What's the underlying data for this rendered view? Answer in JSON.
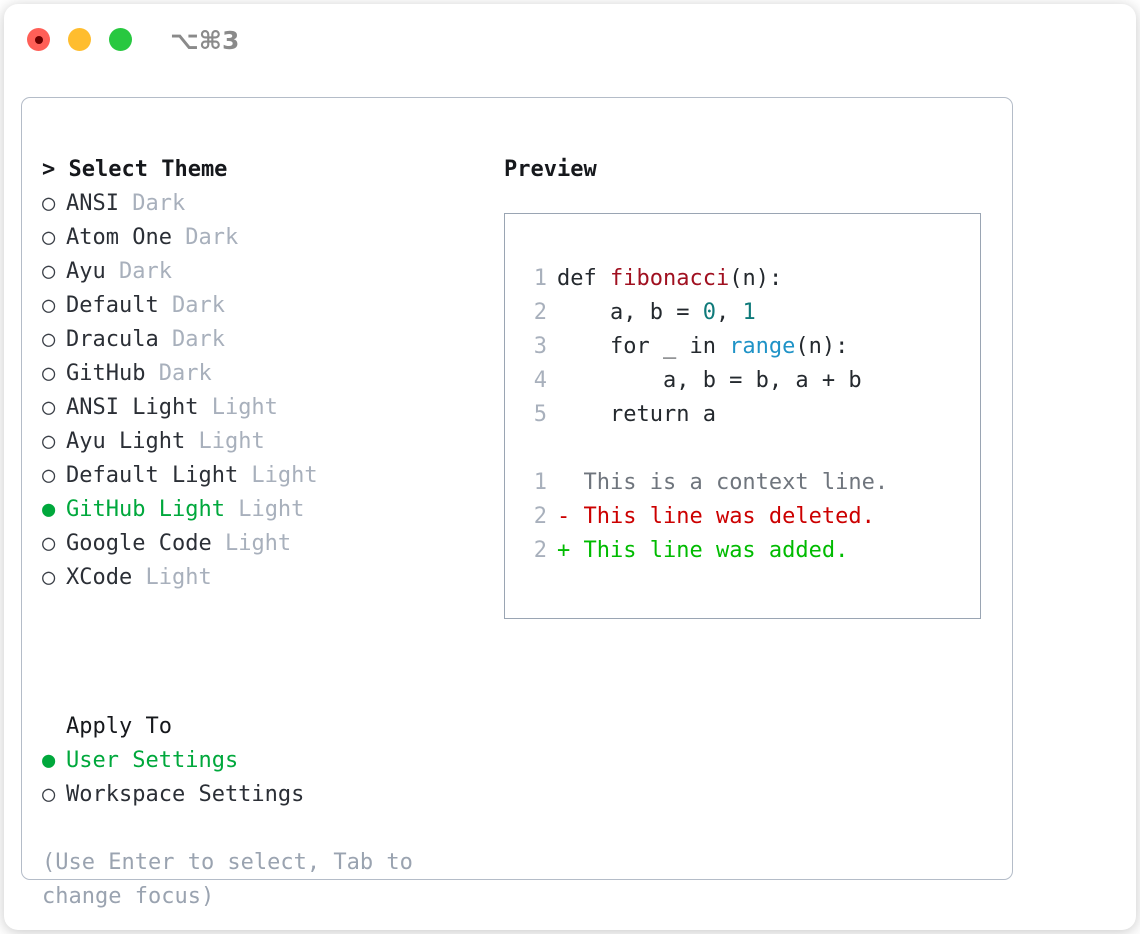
{
  "window": {
    "shortcut": "⌥⌘3",
    "traffic_lights": [
      {
        "name": "close",
        "color": "#ff5f57"
      },
      {
        "name": "minimize",
        "color": "#ffbd2e"
      },
      {
        "name": "zoom",
        "color": "#28c840"
      }
    ]
  },
  "theme_picker": {
    "header": "> Select Theme",
    "selected_marker": "●",
    "unselected_marker": "○",
    "items": [
      {
        "name": "ANSI",
        "variant": "Dark",
        "selected": false
      },
      {
        "name": "Atom One",
        "variant": "Dark",
        "selected": false
      },
      {
        "name": "Ayu",
        "variant": "Dark",
        "selected": false
      },
      {
        "name": "Default",
        "variant": "Dark",
        "selected": false
      },
      {
        "name": "Dracula",
        "variant": "Dark",
        "selected": false
      },
      {
        "name": "GitHub",
        "variant": "Dark",
        "selected": false
      },
      {
        "name": "ANSI Light",
        "variant": "Light",
        "selected": false
      },
      {
        "name": "Ayu Light",
        "variant": "Light",
        "selected": false
      },
      {
        "name": "Default Light",
        "variant": "Light",
        "selected": false
      },
      {
        "name": "GitHub Light",
        "variant": "Light",
        "selected": true
      },
      {
        "name": "Google Code",
        "variant": "Light",
        "selected": false
      },
      {
        "name": "XCode",
        "variant": "Light",
        "selected": false
      }
    ]
  },
  "apply_to": {
    "header": "Apply To",
    "options": [
      {
        "label": "User Settings",
        "selected": true
      },
      {
        "label": "Workspace Settings",
        "selected": false
      }
    ]
  },
  "hint": "(Use Enter to select, Tab to change focus)",
  "preview": {
    "title": "Preview",
    "code_lines": [
      {
        "number": "1",
        "tokens": [
          {
            "t": "def ",
            "c": "plain"
          },
          {
            "t": "fibonacci",
            "c": "fn"
          },
          {
            "t": "(n):",
            "c": "plain"
          }
        ]
      },
      {
        "number": "2",
        "tokens": [
          {
            "t": "    a, b = ",
            "c": "plain"
          },
          {
            "t": "0",
            "c": "num"
          },
          {
            "t": ", ",
            "c": "plain"
          },
          {
            "t": "1",
            "c": "num"
          }
        ]
      },
      {
        "number": "3",
        "tokens": [
          {
            "t": "    for _ in ",
            "c": "plain"
          },
          {
            "t": "range",
            "c": "builtin"
          },
          {
            "t": "(n):",
            "c": "plain"
          }
        ]
      },
      {
        "number": "4",
        "tokens": [
          {
            "t": "        a, b = b, a + b",
            "c": "plain"
          }
        ]
      },
      {
        "number": "5",
        "tokens": [
          {
            "t": "    return a",
            "c": "plain"
          }
        ]
      }
    ],
    "diff_lines": [
      {
        "number": "1",
        "marker": " ",
        "text": " This is a context line.",
        "kind": "context"
      },
      {
        "number": "2",
        "marker": "-",
        "text": " This line was deleted.",
        "kind": "del"
      },
      {
        "number": "2",
        "marker": "+",
        "text": " This line was added.",
        "kind": "add"
      }
    ]
  },
  "colors": {
    "accent_green": "#00a83c",
    "muted": "#a8b0bc",
    "diff_add": "#00bb00",
    "diff_del": "#cc0000",
    "keyword_fn": "#a01020",
    "number": "#0f7a7a",
    "builtin": "#1f93c7"
  }
}
